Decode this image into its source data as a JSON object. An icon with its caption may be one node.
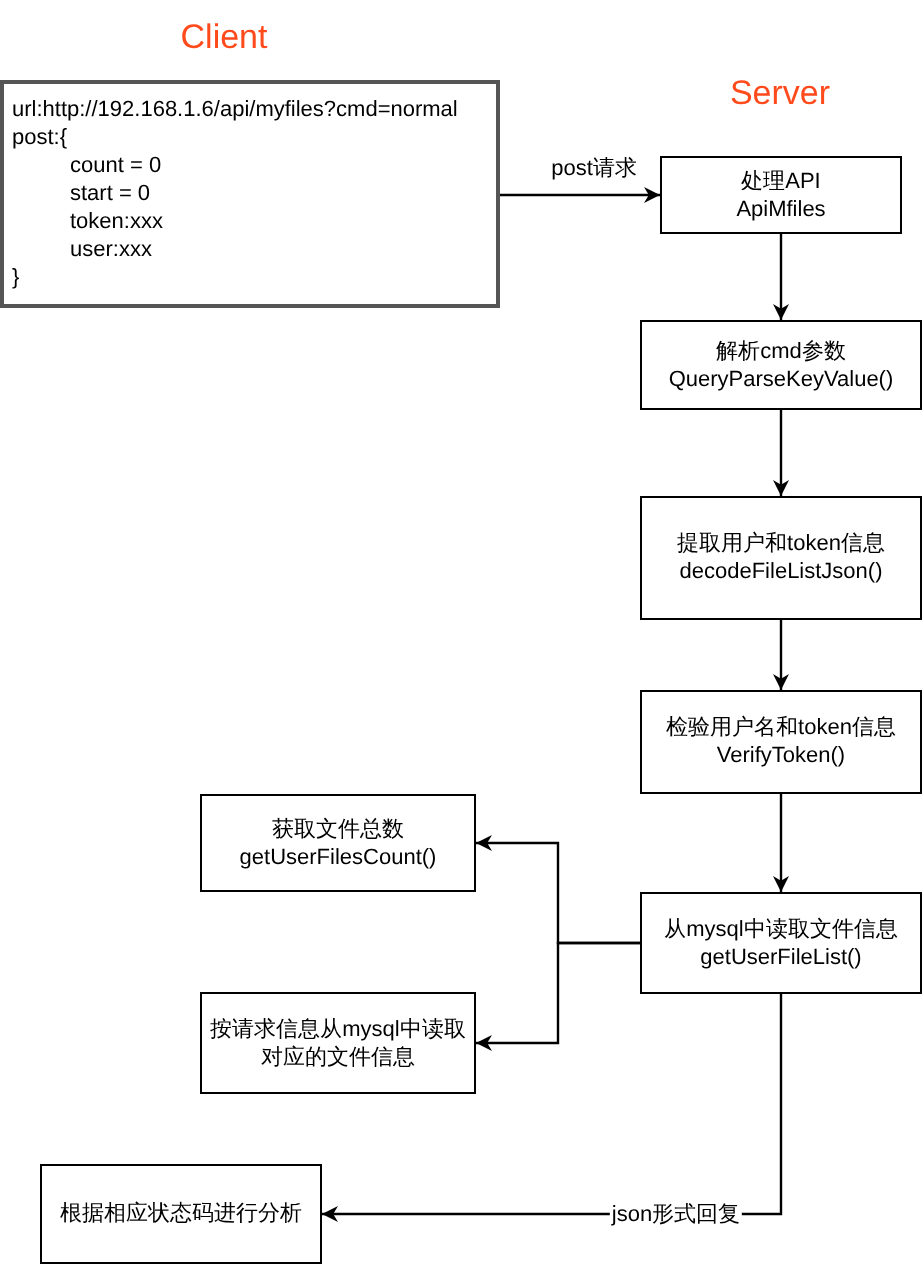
{
  "diagram": {
    "nodes": [
      {
        "text": [
          "url:http://192.168.1.6/api/myfiles?cmd=normal",
          "post:{",
          "count = 0",
          "start = 0",
          "token:xxx",
          "user:xxx",
          "}"
        ]
      },
      {
        "text": [
          "处理API",
          "ApiMfiles"
        ]
      },
      {
        "text": [
          "解析cmd参数",
          "QueryParseKeyValue()"
        ]
      },
      {
        "text": [
          "提取用户和token信息",
          "decodeFileListJson()"
        ]
      },
      {
        "text": [
          "检验用户名和token信息",
          "VerifyToken()"
        ]
      },
      {
        "text": [
          "从mysql中读取文件信息",
          "getUserFileList()"
        ]
      },
      {
        "text": [
          "获取文件总数",
          "getUserFilesCount()"
        ]
      },
      {
        "text": [
          "按请求信息从mysql中读取对应的文件信息"
        ]
      },
      {
        "text": [
          "根据相应状态码进行分析"
        ]
      }
    ],
    "edges": [
      {
        "from": 0,
        "to": 1,
        "arrow": "to",
        "label": "post请求"
      },
      {
        "from": 1,
        "to": 2,
        "arrow": "to"
      },
      {
        "from": 2,
        "to": 3,
        "arrow": "to"
      },
      {
        "from": 3,
        "to": 4,
        "arrow": "to"
      },
      {
        "from": 4,
        "to": 5,
        "arrow": "to"
      },
      {
        "from": 5,
        "to": 6,
        "arrow": "to"
      },
      {
        "from": 5,
        "to": 7,
        "arrow": "to"
      },
      {
        "from": 5,
        "to": 8,
        "arrow": "to",
        "label": "json形式回复"
      }
    ],
    "labels": [
      "Client",
      "Server"
    ]
  }
}
